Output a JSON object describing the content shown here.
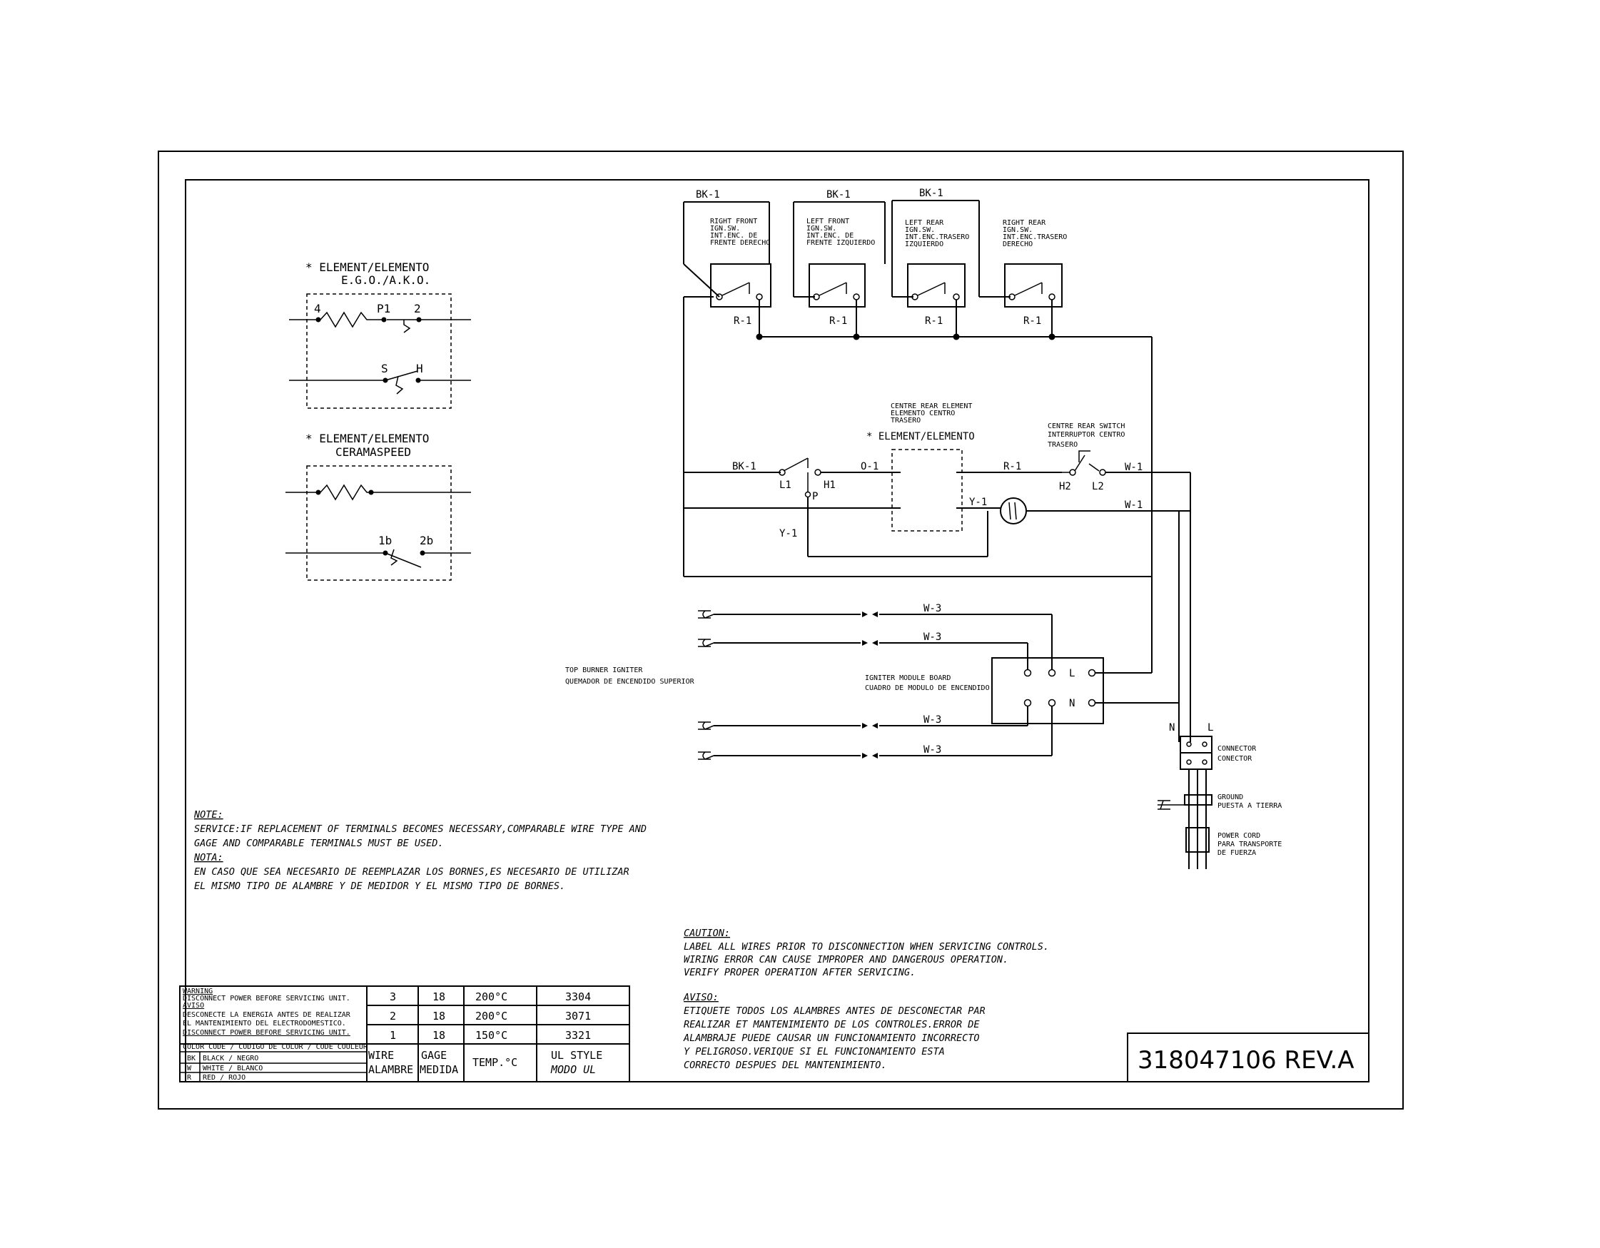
{
  "part_number": "318047106 REV.A",
  "legend": {
    "ego_title": "* ELEMENT/ELEMENTO",
    "ego_sub": "E.G.O./A.K.O.",
    "ego_terms": [
      "4",
      "P1",
      "2",
      "S",
      "H"
    ],
    "cera_title": "* ELEMENT/ELEMENTO",
    "cera_sub": "CERAMASPEED",
    "cera_terms": [
      "1b",
      "2b"
    ]
  },
  "switches": [
    {
      "wire": "BK-1",
      "lines": [
        "RIGHT FRONT",
        "IGN.SW.",
        "INT.ENC. DE",
        "FRENTE DERECHO"
      ],
      "r": "R-1"
    },
    {
      "wire": "BK-1",
      "lines": [
        "LEFT FRONT",
        "IGN.SW.",
        "INT.ENC. DE",
        "FRENTE IZQUIERDO"
      ],
      "r": "R-1"
    },
    {
      "wire": "BK-1",
      "lines": [
        "LEFT REAR",
        "IGN.SW.",
        "INT.ENC.TRASERO",
        "IZQUIERDO"
      ],
      "r": "R-1"
    },
    {
      "wire": "",
      "lines": [
        "RIGHT REAR",
        "IGN.SW.",
        "INT.ENC.TRASERO",
        "DERECHO"
      ],
      "r": "R-1"
    }
  ],
  "centre": {
    "element_lines": [
      "CENTRE REAR ELEMENT",
      "ELEMENTO CENTRO",
      "TRASERO"
    ],
    "element_title": "* ELEMENT/ELEMENTO",
    "switch_lines": [
      "CENTRE REAR SWITCH",
      "INTERRUPTOR CENTRO",
      "TRASERO"
    ],
    "wires": {
      "bk": "BK-1",
      "o": "O-1",
      "r": "R-1",
      "y_right": "Y-1",
      "y_left": "Y-1",
      "w_top": "W-1",
      "w_bot": "W-1"
    },
    "terms": {
      "l1": "L1",
      "h1": "H1",
      "p": "P",
      "h2": "H2",
      "l2": "L2"
    }
  },
  "igniter": {
    "top_burner": [
      "TOP BURNER IGNITER",
      "QUEMADOR DE ENCENDIDO SUPERIOR"
    ],
    "module": [
      "IGNITER MODULE BOARD",
      "CUADRO DE MODULO DE ENCENDIDO"
    ],
    "wires": [
      "W-3",
      "W-3",
      "W-3",
      "W-3"
    ],
    "l": "L",
    "n": "N"
  },
  "cord": {
    "n": "N",
    "l": "L",
    "connector": [
      "CONNECTOR",
      "CONECTOR"
    ],
    "ground": [
      "GROUND",
      "PUESTA A TIERRA"
    ],
    "power": [
      "POWER CORD",
      "PARA TRANSPORTE",
      "DE FUERZA"
    ]
  },
  "note": {
    "head": "NOTE:",
    "lines": [
      "SERVICE:IF REPLACEMENT OF TERMINALS BECOMES NECESSARY,COMPARABLE WIRE TYPE AND",
      "GAGE AND COMPARABLE TERMINALS MUST BE USED."
    ],
    "head_es": "NOTA:",
    "lines_es": [
      "EN CASO QUE SEA NECESARIO DE REEMPLAZAR LOS BORNES,ES NECESARIO DE UTILIZAR",
      "EL MISMO TIPO DE ALAMBRE Y DE MEDIDOR Y EL MISMO TIPO DE BORNES."
    ]
  },
  "caution": {
    "head": "CAUTION:",
    "lines": [
      "LABEL ALL WIRES PRIOR TO DISCONNECTION WHEN SERVICING CONTROLS.",
      "WIRING ERROR CAN CAUSE IMPROPER AND DANGEROUS OPERATION.",
      "VERIFY PROPER OPERATION AFTER SERVICING."
    ],
    "head_es": "AVISO:",
    "lines_es": [
      "ETIQUETE TODOS LOS ALAMBRES ANTES DE DESCONECTAR PAR",
      "REALIZAR ET MANTENIMIENTO DE LOS CONTROLES.ERROR DE",
      "ALAMBRAJE PUEDE CAUSAR UN FUNCIONAMIENTO INCORRECTO",
      "Y PELIGROSO.VERIQUE SI EL FUNCIONAMIENTO ESTA",
      "CORRECTO DESPUES DEL MANTENIMIENTO."
    ]
  },
  "table": {
    "warning_lines": [
      "WARNING",
      "DISCONNECT POWER BEFORE SERVICING UNIT.",
      "AVISO",
      "DESCONECTE LA ENERGIA ANTES DE REALIZAR",
      "EL MANTENIMIENTO DEL ELECTRODOMESTICO.",
      "DISCONNECT POWER BEFORE SERVICING UNIT."
    ],
    "color_head": "COLOR CODE / CODIGO DE COLOR / CODE COULEUR",
    "colors": [
      [
        "BK",
        "BLACK / NEGRO"
      ],
      [
        "W",
        "WHITE / BLANCO"
      ],
      [
        "R",
        "RED / ROJO"
      ]
    ],
    "rows": [
      [
        "3",
        "18",
        "200°C",
        "3304"
      ],
      [
        "2",
        "18",
        "200°C",
        "3071"
      ],
      [
        "1",
        "18",
        "150°C",
        "3321"
      ]
    ],
    "headers": [
      [
        "WIRE",
        "ALAMBRE"
      ],
      [
        "GAGE",
        "MEDIDA"
      ],
      [
        "TEMP.°C",
        ""
      ],
      [
        "UL STYLE",
        "MODO UL"
      ]
    ]
  }
}
